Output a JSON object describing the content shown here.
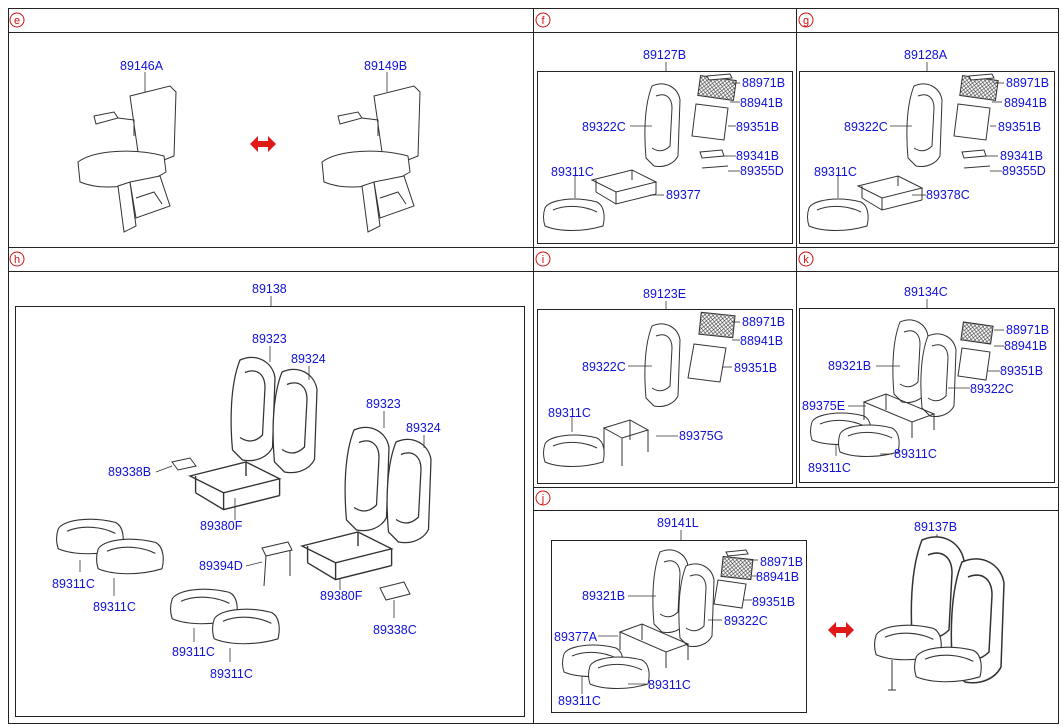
{
  "colors": {
    "accent": "#d01010",
    "label": "#1010d8",
    "line": "#222222"
  },
  "sections": {
    "e": {
      "letter": "e",
      "labels": {
        "a": "89146A",
        "b": "89149B"
      }
    },
    "f": {
      "letter": "f",
      "assembly": "89127B",
      "labels": {
        "p1": "88971B",
        "p2": "88941B",
        "p3": "89322C",
        "p4": "89351B",
        "p5": "89341B",
        "p6": "89355D",
        "p7": "89311C",
        "p8": "89377"
      }
    },
    "g": {
      "letter": "g",
      "assembly": "89128A",
      "labels": {
        "p1": "88971B",
        "p2": "88941B",
        "p3": "89322C",
        "p4": "89351B",
        "p5": "89341B",
        "p6": "89355D",
        "p7": "89311C",
        "p8": "89378C"
      }
    },
    "h": {
      "letter": "h",
      "assembly": "89138",
      "labels": {
        "a": "89323",
        "b": "89324",
        "c": "89323",
        "d": "89324",
        "e": "89338B",
        "f": "89380F",
        "g": "89311C",
        "h": "89311C",
        "i": "89394D",
        "j": "89380F",
        "k": "89338C",
        "l": "89311C",
        "m": "89311C"
      }
    },
    "i": {
      "letter": "i",
      "assembly": "89123E",
      "labels": {
        "p1": "88971B",
        "p2": "88941B",
        "p3": "89322C",
        "p4": "89351B",
        "p5": "89311C",
        "p6": "89375G"
      }
    },
    "k": {
      "letter": "k",
      "assembly": "89134C",
      "labels": {
        "p1": "88971B",
        "p2": "88941B",
        "p3": "89321B",
        "p4": "89351B",
        "p5": "89322C",
        "p6": "89375E",
        "p7": "89311C",
        "p8": "89311C"
      }
    },
    "j": {
      "letter": "j",
      "assembly": "89141L",
      "labels": {
        "p1": "88971B",
        "p2": "88941B",
        "p3": "89321B",
        "p4": "89351B",
        "p5": "89322C",
        "p6": "89377A",
        "p7": "89311C",
        "p8": "89311C",
        "p9": "89137B"
      }
    }
  }
}
